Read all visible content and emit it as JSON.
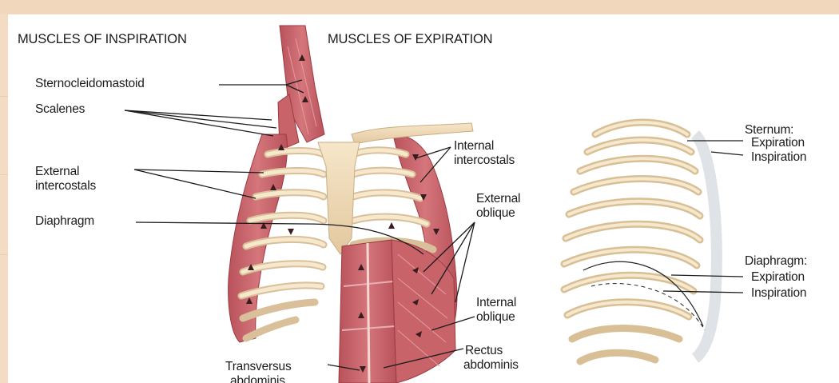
{
  "headers": {
    "inspiration": "MUSCLES OF INSPIRATION",
    "expiration": "MUSCLES OF EXPIRATION"
  },
  "labels": {
    "sternocleidomastoid": "Sternocleidomastoid",
    "scalenes": "Scalenes",
    "external_intercostals_1": "External",
    "external_intercostals_2": "intercostals",
    "diaphragm": "Diaphragm",
    "transversus_1": "Transversus",
    "transversus_2": "abdominis",
    "internal_intercostals_1": "Internal",
    "internal_intercostals_2": "intercostals",
    "external_oblique_1": "External",
    "external_oblique_2": "oblique",
    "internal_oblique_1": "Internal",
    "internal_oblique_2": "oblique",
    "rectus_1": "Rectus",
    "rectus_2": "abdominis"
  },
  "side_view": {
    "sternum_title": "Sternum:",
    "sternum_expiration": "Expiration",
    "sternum_inspiration": "Inspiration",
    "diaphragm_title": "Diaphragm:",
    "diaphragm_expiration": "Expiration",
    "diaphragm_inspiration": "Inspiration"
  },
  "colors": {
    "muscle": "#c8636a",
    "muscle_dark": "#9b3b43",
    "bone": "#f0dcb8",
    "bone_edge": "#c9ae84",
    "ink": "#1b1b1b",
    "frame": "#f3dcc3"
  }
}
